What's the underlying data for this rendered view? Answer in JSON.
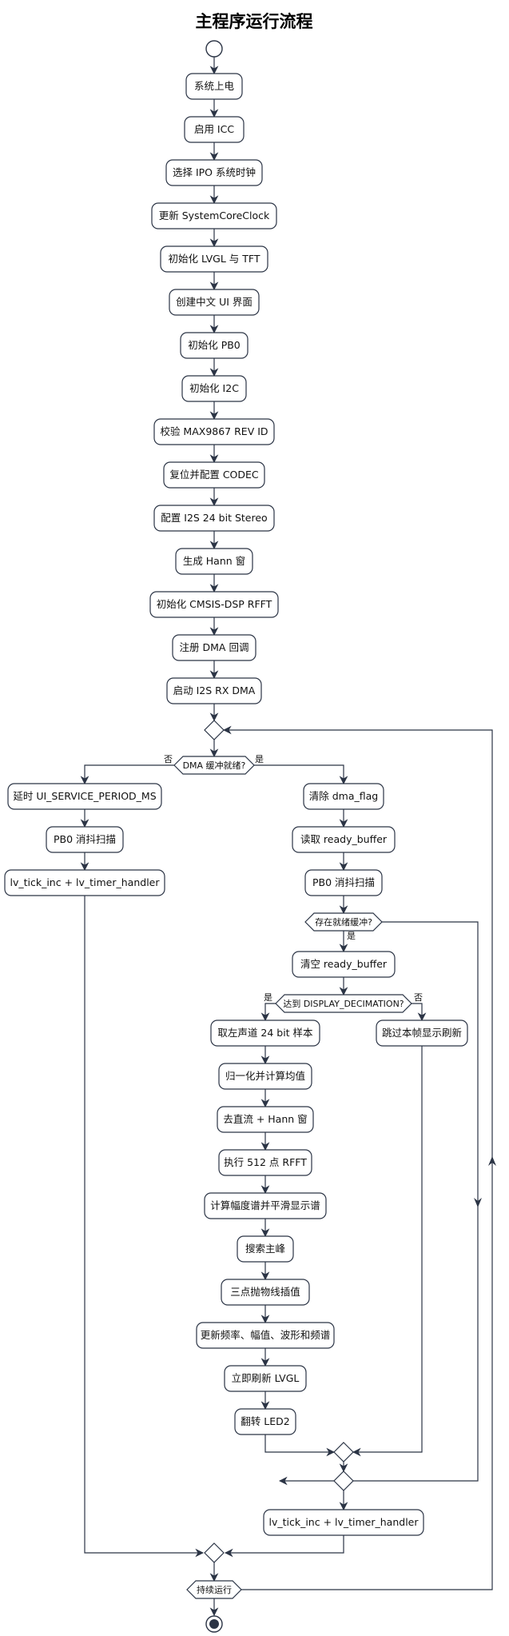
{
  "title": "主程序运行流程",
  "activities": {
    "a1": "系统上电",
    "a2": "启用 ICC",
    "a3": "选择 IPO 系统时钟",
    "a4": "更新 SystemCoreClock",
    "a5": "初始化 LVGL 与 TFT",
    "a6": "创建中文 UI 界面",
    "a7": "初始化 PB0",
    "a8": "初始化 I2C",
    "a9": "校验 MAX9867 REV ID",
    "a10": "复位并配置 CODEC",
    "a11": "配置 I2S 24 bit Stereo",
    "a12": "生成 Hann 窗",
    "a13": "初始化 CMSIS-DSP RFFT",
    "a14": "注册 DMA 回调",
    "a15": "启动 I2S RX DMA",
    "l1": "延时 UI_SERVICE_PERIOD_MS",
    "l2": "PB0 消抖扫描",
    "l3": "lv_tick_inc + lv_timer_handler",
    "r1": "清除 dma_flag",
    "r2": "读取 ready_buffer",
    "r3": "PB0 消抖扫描",
    "r4": "清空 ready_buffer",
    "p1": "取左声道 24 bit 样本",
    "p2": "归一化并计算均值",
    "p3": "去直流 + Hann 窗",
    "p4": "执行 512 点 RFFT",
    "p5": "计算幅度谱并平滑显示谱",
    "p6": "搜索主峰",
    "p7": "三点抛物线插值",
    "p8": "更新频率、幅值、波形和频谱",
    "p9": "立即刷新 LVGL",
    "p10": "翻转 LED2",
    "skip": "跳过本帧显示刷新",
    "r5": "lv_tick_inc + lv_timer_handler"
  },
  "decisions": {
    "d1": {
      "text": "DMA 缓冲就绪?",
      "no": "否",
      "yes": "是"
    },
    "d2": {
      "text": "存在就绪缓冲?",
      "yes": "是"
    },
    "d3": {
      "text": "达到 DISPLAY_DECIMATION?",
      "yes": "是",
      "no": "否"
    },
    "d4": {
      "text": "持续运行"
    }
  }
}
